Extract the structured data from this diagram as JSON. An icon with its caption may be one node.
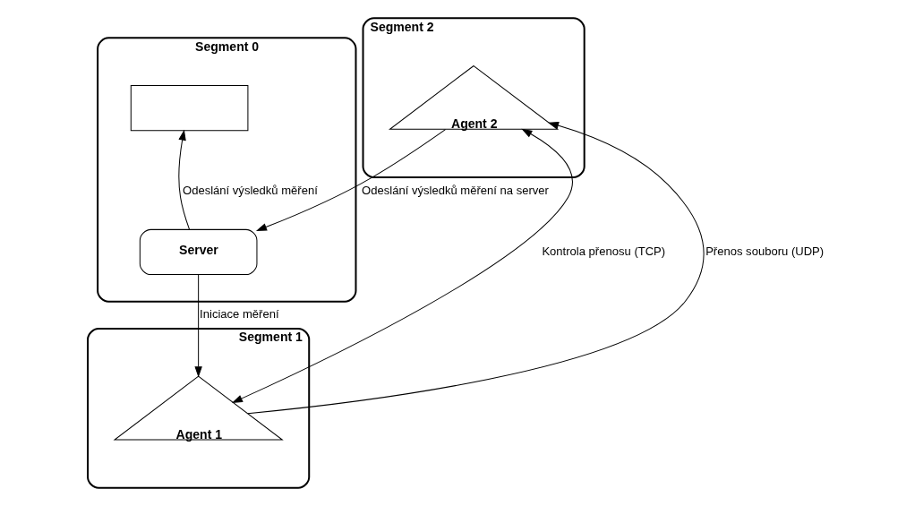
{
  "diagram": {
    "nodes": [
      {
        "text": [
          "Segment 0"
        ]
      },
      {
        "text": [],
        "shape": "box",
        "in": 0
      },
      {
        "text": [
          "Server"
        ],
        "in": 0
      },
      {
        "text": [
          "Segment 2"
        ]
      },
      {
        "text": [
          "Agent 2"
        ],
        "in": 3
      },
      {
        "text": [
          "Segment 1"
        ]
      },
      {
        "text": [
          "Agent 1"
        ],
        "in": 5
      }
    ],
    "edges": [
      {
        "from": 2,
        "to": 1,
        "arrow": "to",
        "label": "Odeslání výsledků měření"
      },
      {
        "from": 4,
        "to": 2,
        "arrow": "to",
        "label": "Odeslání výsledků měření na server"
      },
      {
        "from": 2,
        "to": 6,
        "arrow": "to",
        "label": "Iniciace měření"
      },
      {
        "from": 6,
        "to": 4,
        "arrow": "to",
        "label": "Přenos souboru (UDP)"
      },
      {
        "from": 4,
        "to": 6,
        "arrow": "both",
        "label": "Kontrola přenosu (TCP)"
      }
    ]
  }
}
